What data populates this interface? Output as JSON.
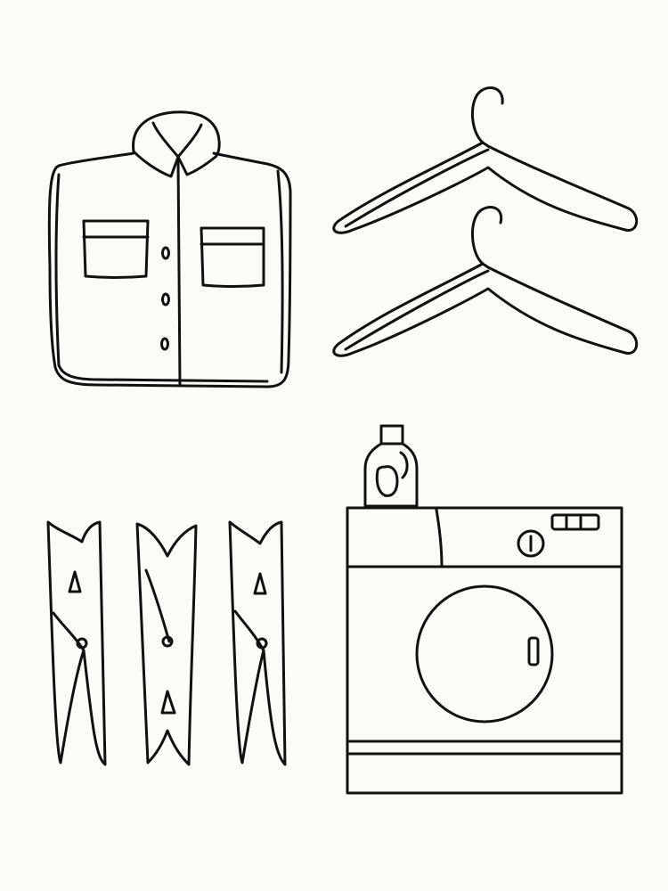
{
  "image": {
    "background_color": "#fcfbf5",
    "ink_color": "#111111",
    "style": "hand-drawn line art, no text",
    "objects": [
      {
        "name": "folded-shirt",
        "count": 1
      },
      {
        "name": "clothes-hanger",
        "count": 2
      },
      {
        "name": "clothespin",
        "count": 3
      },
      {
        "name": "detergent-bottle",
        "count": 1
      },
      {
        "name": "washing-machine",
        "count": 1
      }
    ]
  }
}
